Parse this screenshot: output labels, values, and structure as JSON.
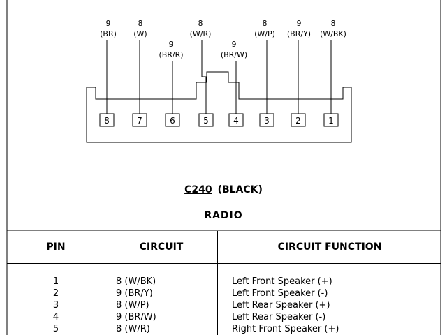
{
  "connector": {
    "id": "C240",
    "color": "(BLACK)",
    "component": "RADIO",
    "cavity_order": [
      8,
      7,
      6,
      5,
      4,
      3,
      2,
      1
    ],
    "wire_labels": [
      {
        "pin": 8,
        "gauge": "9",
        "color": "(BR)"
      },
      {
        "pin": 7,
        "gauge": "8",
        "color": "(W)"
      },
      {
        "pin": 6,
        "gauge": "9",
        "color": "(BR/R)"
      },
      {
        "pin": 5,
        "gauge": "8",
        "color": "(W/R)"
      },
      {
        "pin": 4,
        "gauge": "9",
        "color": "(BR/W)"
      },
      {
        "pin": 3,
        "gauge": "8",
        "color": "(W/P)"
      },
      {
        "pin": 2,
        "gauge": "9",
        "color": "(BR/Y)"
      },
      {
        "pin": 1,
        "gauge": "8",
        "color": "(W/BK)"
      }
    ]
  },
  "table": {
    "headers": [
      "PIN",
      "CIRCUIT",
      "CIRCUIT FUNCTION"
    ],
    "rows": [
      {
        "pin": "1",
        "circuit": "8 (W/BK)",
        "function": "Left Front Speaker (+)"
      },
      {
        "pin": "2",
        "circuit": "9 (BR/Y)",
        "function": "Left Front Speaker (-)"
      },
      {
        "pin": "3",
        "circuit": "8 (W/P)",
        "function": "Left Rear Speaker (+)"
      },
      {
        "pin": "4",
        "circuit": "9 (BR/W)",
        "function": "Left Rear Speaker (-)"
      },
      {
        "pin": "5",
        "circuit": "8 (W/R)",
        "function": "Right Front Speaker (+)"
      }
    ]
  }
}
